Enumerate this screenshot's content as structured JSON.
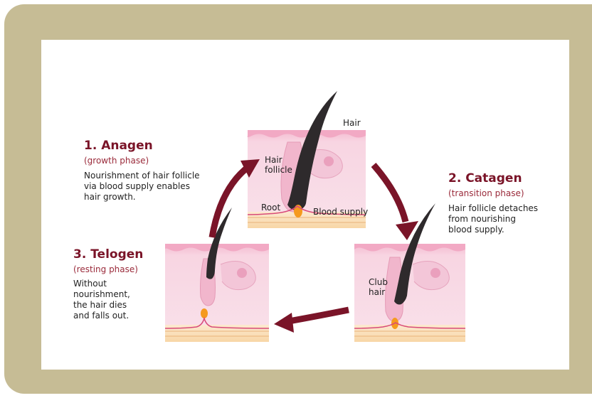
{
  "anagen": {
    "title": "1. Anagen",
    "subtitle": "(growth phase)",
    "description": "Nourishment of hair follicle\nvia blood supply enables\nhair growth."
  },
  "catagen": {
    "title": "2. Catagen",
    "subtitle": "(transition phase)",
    "description": "Hair follicle detaches\nfrom nourishing\nblood supply."
  },
  "telogen": {
    "title": "3. Telogen",
    "subtitle": "(resting phase)",
    "description": "Without\nnourishment,\nthe hair dies\nand falls out."
  },
  "labels": {
    "hair": "Hair",
    "hair_follicle": "Hair\nfollicle",
    "root": "Root",
    "blood_supply": "Blood supply",
    "club_hair": "Club\nhair"
  },
  "colors": {
    "frame": "#c6bc95",
    "accent": "#7a1428",
    "skin": "#f6d3e0",
    "fat": "#fbe3c2",
    "root": "#f59a1e"
  }
}
